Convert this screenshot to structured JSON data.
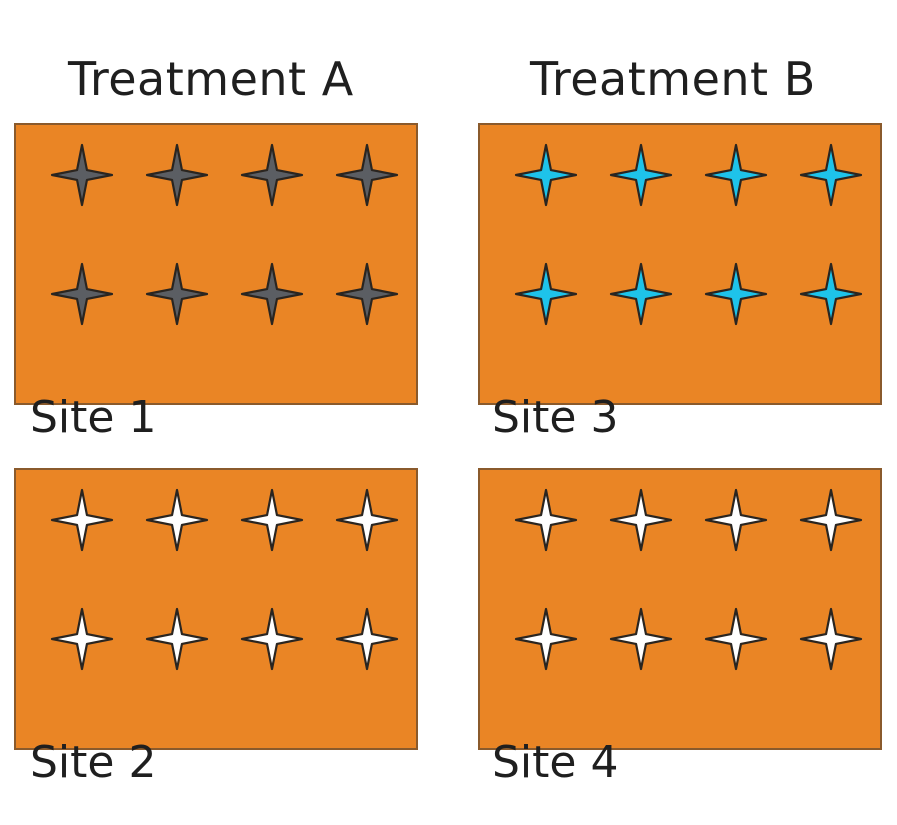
{
  "headings": [
    "Treatment A",
    "Treatment B"
  ],
  "panel_color": "#ea8525",
  "sites": [
    {
      "label": "Site 1",
      "treatment": "Treatment A",
      "star_fill": "#5b5e63",
      "rows": 2,
      "cols": 4
    },
    {
      "label": "Site 2",
      "treatment": "Treatment A",
      "star_fill": "#ffffff",
      "rows": 2,
      "cols": 4
    },
    {
      "label": "Site 3",
      "treatment": "Treatment B",
      "star_fill": "#1ec3ea",
      "rows": 2,
      "cols": 4
    },
    {
      "label": "Site 4",
      "treatment": "Treatment B",
      "star_fill": "#ffffff",
      "rows": 2,
      "cols": 4
    }
  ],
  "star_icon": "four-point-star-icon"
}
